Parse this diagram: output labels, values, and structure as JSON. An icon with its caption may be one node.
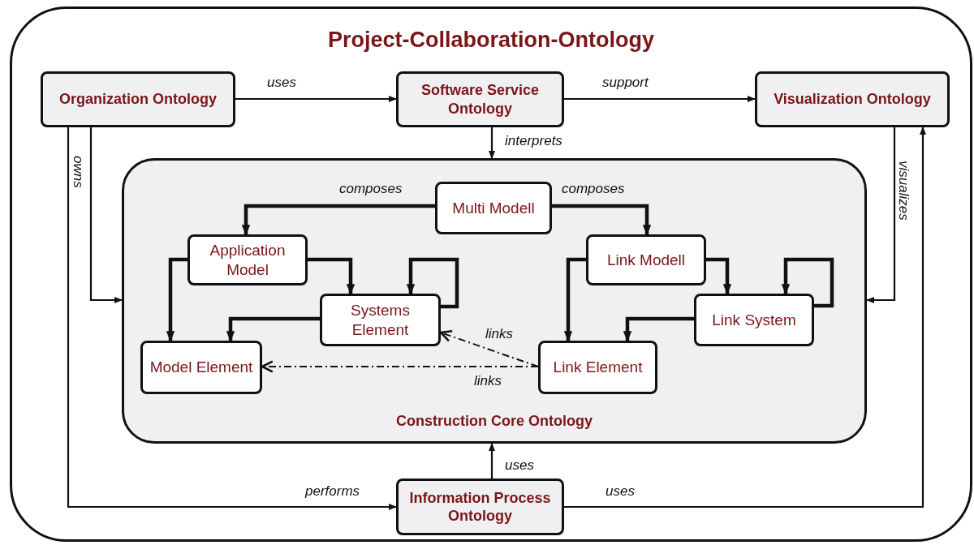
{
  "diagram": {
    "nodes": [
      {
        "text": [
          "Project-Collaboration-Ontology"
        ]
      },
      {
        "text": [
          "Organization Ontology"
        ],
        "in": 0
      },
      {
        "text": [
          "Software Service Ontology"
        ],
        "in": 0
      },
      {
        "text": [
          "Visualization Ontology"
        ],
        "in": 0
      },
      {
        "text": [
          "Construction Core Ontology"
        ],
        "in": 0
      },
      {
        "text": [
          "Multi Modell"
        ],
        "in": 4
      },
      {
        "text": [
          "Application Model"
        ],
        "in": 4
      },
      {
        "text": [
          "Systems Element"
        ],
        "in": 4
      },
      {
        "text": [
          "Model Element"
        ],
        "in": 4
      },
      {
        "text": [
          "Link Modell"
        ],
        "in": 4
      },
      {
        "text": [
          "Link System"
        ],
        "in": 4
      },
      {
        "text": [
          "Link Element"
        ],
        "in": 4
      },
      {
        "text": [
          "Information Process Ontology"
        ],
        "in": 0
      }
    ],
    "edges": [
      {
        "from": 1,
        "to": 2,
        "arrow": "to",
        "label": "uses"
      },
      {
        "from": 2,
        "to": 3,
        "arrow": "to",
        "label": "support"
      },
      {
        "from": 2,
        "to": 4,
        "arrow": "to",
        "label": "interprets"
      },
      {
        "from": 1,
        "to": 4,
        "arrow": "to",
        "label": "owns"
      },
      {
        "from": 1,
        "to": 12,
        "arrow": "to",
        "label": "performs"
      },
      {
        "from": 3,
        "to": 4,
        "arrow": "to",
        "label": "visualizes"
      },
      {
        "from": 12,
        "to": 3,
        "arrow": "to",
        "label": "uses"
      },
      {
        "from": 12,
        "to": 4,
        "arrow": "to",
        "label": "uses"
      },
      {
        "from": 5,
        "to": 6,
        "arrow": "to",
        "label": "composes",
        "style": "thick"
      },
      {
        "from": 5,
        "to": 9,
        "arrow": "to",
        "label": "composes",
        "style": "thick"
      },
      {
        "from": 6,
        "to": 8,
        "arrow": "to",
        "style": "thick"
      },
      {
        "from": 6,
        "to": 7,
        "arrow": "to",
        "style": "thick"
      },
      {
        "from": 7,
        "to": 7,
        "arrow": "to",
        "style": "thick"
      },
      {
        "from": 7,
        "to": 8,
        "arrow": "to",
        "style": "thick"
      },
      {
        "from": 9,
        "to": 11,
        "arrow": "to",
        "style": "thick"
      },
      {
        "from": 9,
        "to": 10,
        "arrow": "to",
        "style": "thick"
      },
      {
        "from": 10,
        "to": 10,
        "arrow": "to",
        "style": "thick"
      },
      {
        "from": 10,
        "to": 11,
        "arrow": "to",
        "style": "thick"
      },
      {
        "from": 11,
        "to": 7,
        "arrow": "to",
        "label": "links",
        "style": "dashed"
      },
      {
        "from": 11,
        "to": 8,
        "arrow": "to",
        "label": "links",
        "style": "dashed"
      }
    ]
  }
}
